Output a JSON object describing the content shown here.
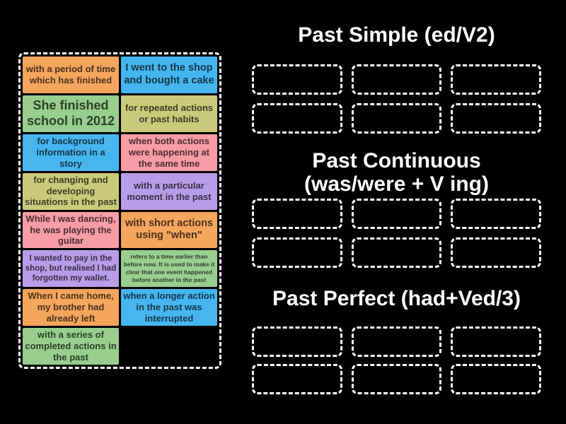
{
  "colors": {
    "background": "#000000",
    "dashed_border": "#ffffff",
    "title_text": "#ffffff",
    "orange": "#f5a55c",
    "blue": "#45b6f0",
    "green": "#98ce8e",
    "khaki": "#cbca7a",
    "pink": "#f89ca6",
    "purple": "#b99ce8"
  },
  "tray": {
    "cards": [
      {
        "text": "with a period of time which has finished",
        "color": "orange",
        "size": "md"
      },
      {
        "text": "I went to the shop and bought a cake",
        "color": "blue",
        "size": "lg"
      },
      {
        "text": "She finished school in 2012",
        "color": "green",
        "size": "xl"
      },
      {
        "text": "for repeated actions or past habits",
        "color": "khaki",
        "size": "md"
      },
      {
        "text": "for background information in a story",
        "color": "blue",
        "size": "md"
      },
      {
        "text": "when both actions were happening at the same time",
        "color": "pink",
        "size": "md"
      },
      {
        "text": "for changing and developing situations in the past",
        "color": "khaki",
        "size": "md"
      },
      {
        "text": "with a particular moment in the past",
        "color": "purple",
        "size": "md"
      },
      {
        "text": "While I was dancing, he was playing the guitar",
        "color": "pink",
        "size": "md"
      },
      {
        "text": "with short actions using \"when\"",
        "color": "orange",
        "size": "lg"
      },
      {
        "text": "I wanted to pay in the shop, but realised I had forgotten my wallet.",
        "color": "purple",
        "size": "sm"
      },
      {
        "text": "refers to a time earlier than before now. It is used to make it clear that one event happened before another in the past",
        "color": "green",
        "size": "xs"
      },
      {
        "text": "When I came home, my brother had already left",
        "color": "orange",
        "size": "md"
      },
      {
        "text": "when a longer action in the past was interrupted",
        "color": "blue",
        "size": "md"
      },
      {
        "text": "with a series of completed actions in the past",
        "color": "green",
        "size": "md"
      }
    ]
  },
  "groups": [
    {
      "title_line1": "Past Simple (ed/V2)",
      "title_line2": "",
      "slot_count": 6
    },
    {
      "title_line1": "Past Continuous",
      "title_line2": "(was/were + V ing)",
      "slot_count": 6
    },
    {
      "title_line1": "Past Perfect (had+Ved/3)",
      "title_line2": "",
      "slot_count": 6
    }
  ]
}
